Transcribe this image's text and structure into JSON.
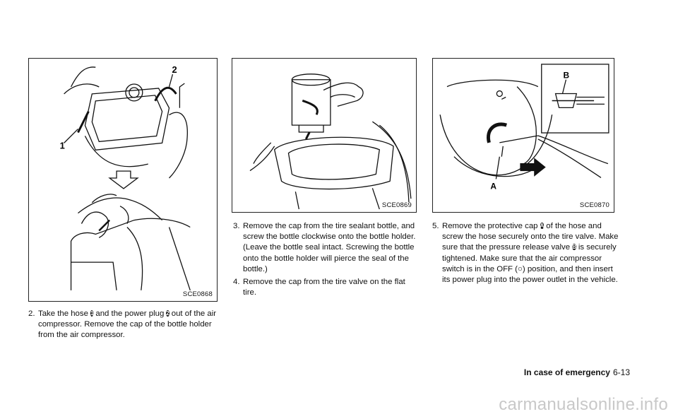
{
  "figures": [
    {
      "code": "SCE0868",
      "callouts": [
        "1",
        "2"
      ]
    },
    {
      "code": "SCE0869"
    },
    {
      "code": "SCE0870",
      "callouts": [
        "A",
        "B"
      ]
    }
  ],
  "steps": [
    {
      "num": "2.",
      "parts": [
        "Take the hose",
        "and the power plug",
        "out of the air compressor. Remove the cap of the bottle holder from the air compressor."
      ],
      "callouts": [
        "1",
        "2"
      ]
    },
    {
      "num": "3.",
      "text": "Remove the cap from the tire sealant bottle, and screw the bottle clockwise onto the bottle holder. (Leave the bottle seal intact. Screwing the bottle onto the bottle holder will pierce the seal of the bottle.)"
    },
    {
      "num": "4.",
      "text": "Remove the cap from the tire valve on the flat tire."
    },
    {
      "num": "5.",
      "parts": [
        "Remove the protective cap",
        "of the hose and screw the hose securely onto the tire valve. Make sure that the pressure release valve",
        "is securely tightened. Make sure that the air compressor switch is in the OFF (",
        ") position, and then insert its power plug into the power outlet in the vehicle."
      ],
      "callouts": [
        "A",
        "B"
      ],
      "off_symbol": "○"
    }
  ],
  "footer": {
    "section": "In case of emergency",
    "page": "6-13"
  },
  "watermark": "carmanualsonline.info"
}
